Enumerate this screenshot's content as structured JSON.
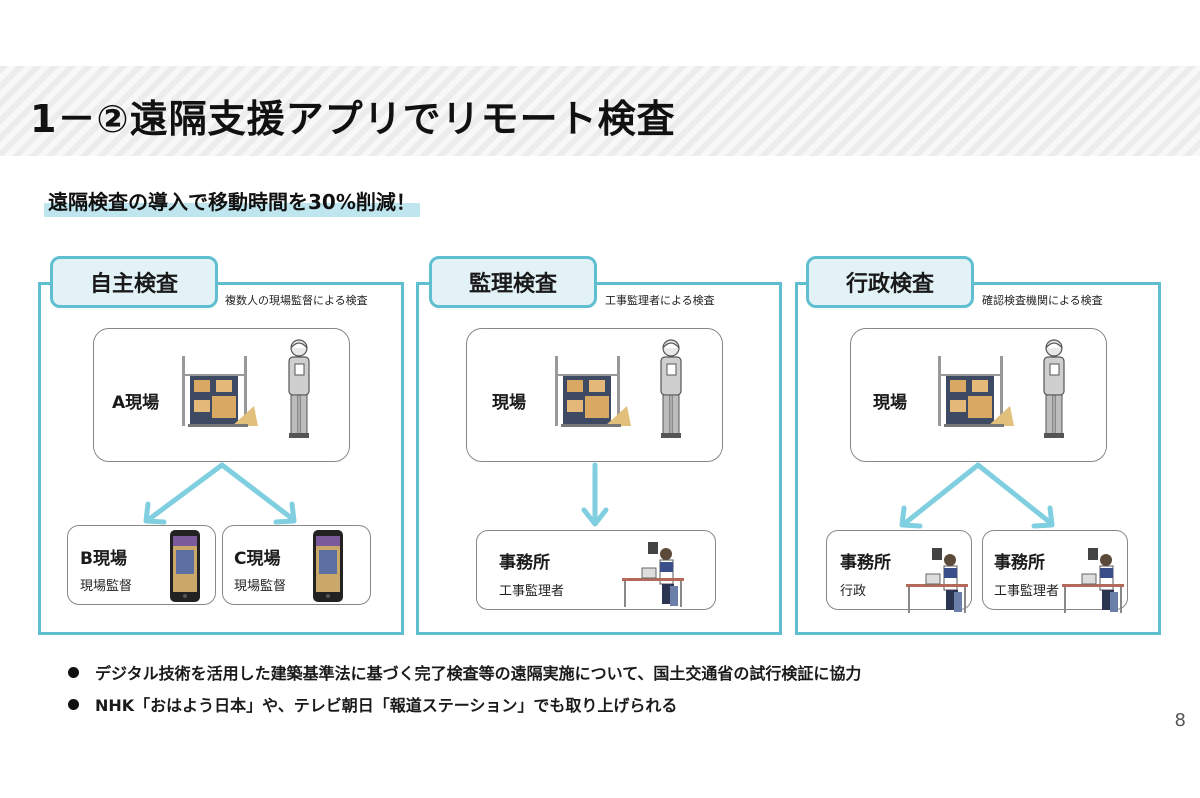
{
  "header": {
    "title": "1－②遠隔支援アプリでリモート検査"
  },
  "subtitle": "遠隔検査の導入で移動時間を30%削減！",
  "panels": [
    {
      "tab": "自主検査",
      "desc": "複数人の現場監督による検査",
      "site": "A現場",
      "subs": [
        {
          "label": "B現場",
          "role": "現場監督"
        },
        {
          "label": "C現場",
          "role": "現場監督"
        }
      ]
    },
    {
      "tab": "監理検査",
      "desc": "工事監理者による検査",
      "site": "現場",
      "subs": [
        {
          "label": "事務所",
          "role": "工事監理者"
        }
      ]
    },
    {
      "tab": "行政検査",
      "desc": "確認検査機関による検査",
      "site": "現場",
      "subs": [
        {
          "label": "事務所",
          "role": "行政"
        },
        {
          "label": "事務所",
          "role": "工事監理者"
        }
      ]
    }
  ],
  "bullets": [
    "デジタル技術を活用した建築基準法に基づく完了検査等の遠隔実施について、国土交通省の試行検証に協力",
    "NHK「おはよう日本」や、テレビ朝日「報道ステーション」でも取り上げられる"
  ],
  "page_number": "8",
  "colors": {
    "accent": "#5fbfd0",
    "tab_fill": "#e2f2f6",
    "arrow": "#7fcfe0"
  }
}
